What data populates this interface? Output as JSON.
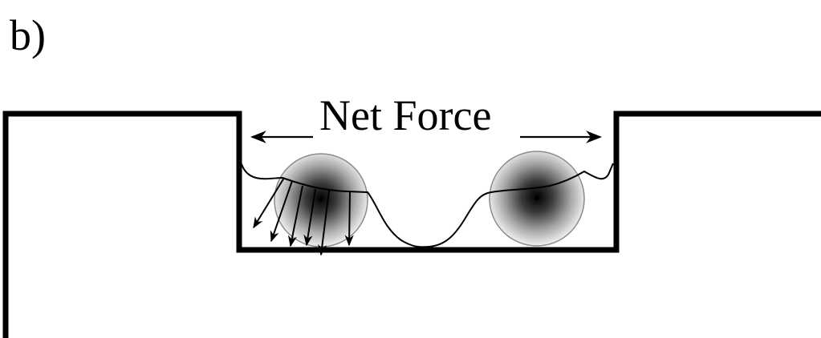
{
  "panel_label": "b)",
  "force_label": "Net Force",
  "colors": {
    "line": "#000000",
    "background": "#ffffff",
    "particle_core": "#000000",
    "particle_edge": "#ffffff",
    "particle_outline": "#8a8a8a"
  },
  "elements": {
    "substrate": "substrate-outline",
    "trench": "trench",
    "liquid_surface": "liquid-meniscus",
    "left_particle": "particle-left",
    "right_particle": "particle-right",
    "force_arrows": "net-force-arrows",
    "pressure_arrows": "pressure-arrows"
  }
}
